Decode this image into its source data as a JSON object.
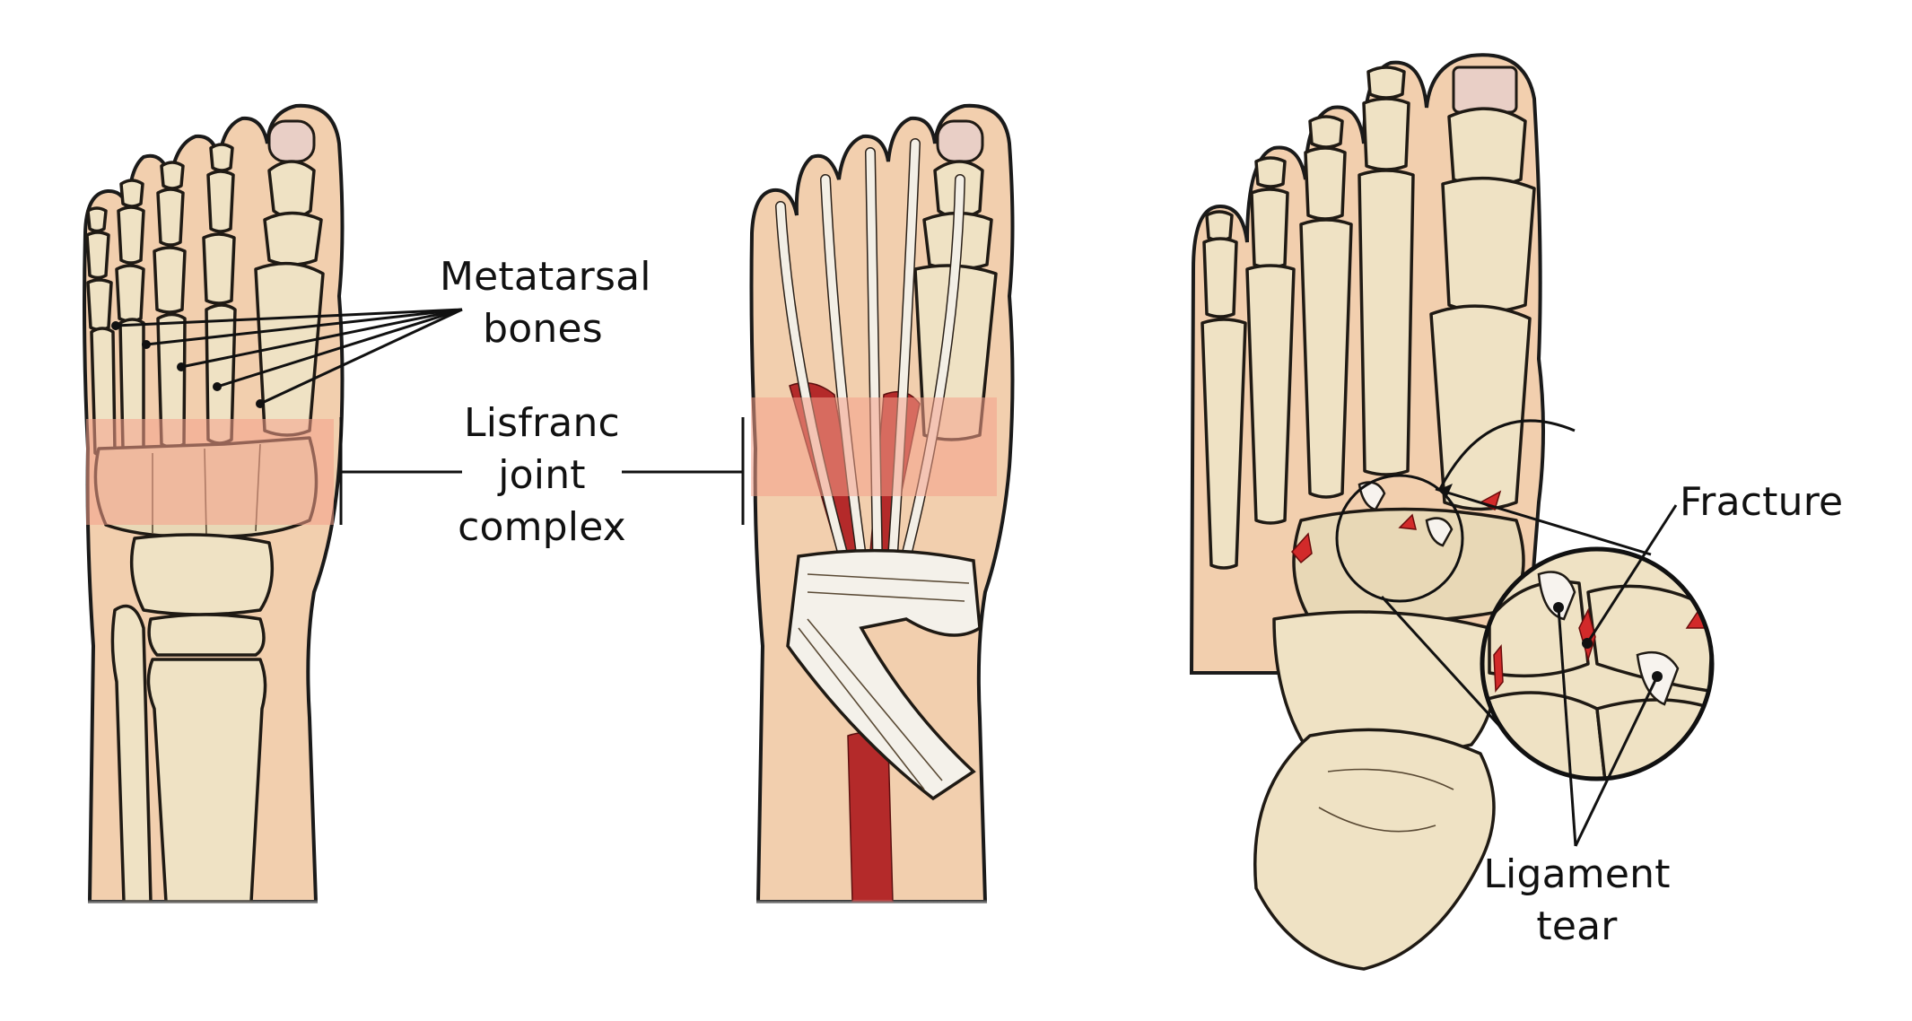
{
  "figure": {
    "panels": [
      {
        "id": "bones-view",
        "description": "Dorsal view of foot skeleton with metatarsals and Lisfranc region highlighted"
      },
      {
        "id": "tendons-view",
        "description": "Dorsal view of foot with extensor tendons, muscles and retinaculum, Lisfranc region highlighted"
      },
      {
        "id": "injury-view",
        "description": "Foot skeleton showing Lisfranc injury with magnified inset of fracture and ligament tears"
      }
    ],
    "labels": {
      "metatarsal": {
        "line1": "Metatarsal",
        "line2": "bones"
      },
      "lisfranc": {
        "line1": "Lisfranc",
        "line2": "joint",
        "line3": "complex"
      },
      "fracture": {
        "line1": "Fracture"
      },
      "ligament": {
        "line1": "Ligament",
        "line2": "tear"
      }
    },
    "colors": {
      "skin": "#f2cfae",
      "bone": "#efe2c4",
      "highlight_band": "#f4a08a",
      "muscle": "#b42a2a",
      "injury_red": "#d22a2a",
      "line": "#111111"
    }
  }
}
